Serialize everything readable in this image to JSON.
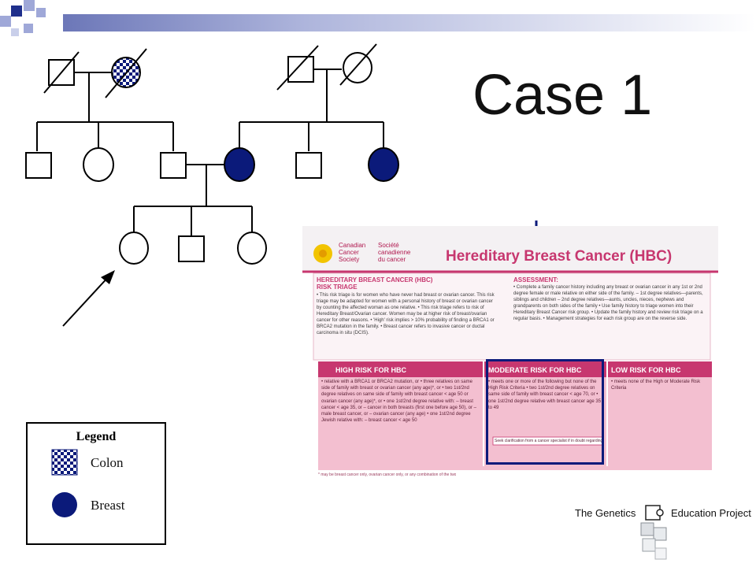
{
  "slide": {
    "title": "Case 1"
  },
  "legend": {
    "title": "Legend",
    "items": [
      {
        "label": "Colon",
        "symbol": "checkered-square-icon"
      },
      {
        "label": "Breast",
        "symbol": "filled-circle-icon"
      }
    ]
  },
  "colors": {
    "affected_fill": "#0b1a7a",
    "leaflet_pink": "#c7376f",
    "highlight_box": "#0b1a7a",
    "arrow": "#0b1a7a",
    "corner_blue": "#1f2f8c",
    "corner_light": "#9fa8d8"
  },
  "leaflet": {
    "org_en": [
      "Canadian",
      "Cancer",
      "Society"
    ],
    "org_fr": [
      "Société",
      "canadienne",
      "du cancer"
    ],
    "heading": "Hereditary Breast Cancer (HBC)",
    "triage_title_1": "HEREDITARY BREAST CANCER (HBC)",
    "triage_title_2": "RISK TRIAGE",
    "triage_text": "• This risk triage is for women who have never had breast or ovarian cancer. This risk triage may be adapted for women with a personal history of breast or ovarian cancer by counting the affected woman as one relative. • This risk triage refers to risk of Hereditary Breast/Ovarian cancer. Women may be at higher risk of breast/ovarian cancer for other reasons. • 'High' risk implies > 10% probability of finding a BRCA1 or BRCA2 mutation in the family. • Breast cancer refers to invasive cancer or ductal carcinoma in situ (DCIS).",
    "assessment_title": "ASSESSMENT:",
    "assessment_text": "• Complete a family cancer history including any breast or ovarian cancer in any 1st or 2nd degree female or male relative on either side of the family. – 1st degree relatives—parents, siblings and children – 2nd degree relatives—aunts, uncles, nieces, nephews and grandparents on both sides of the family • Use family history to triage women into their Hereditary Breast Cancer risk group. • Update the family history and review risk triage on a regular basis. • Management strategies for each risk group are on the reverse side.",
    "high_title": "HIGH RISK FOR HBC",
    "high_text": "• relative with a BRCA1 or BRCA2 mutation, or • three relatives on same side of family with breast or ovarian cancer (any age)*, or • two 1st/2nd degree relatives on same side of family with breast cancer < age 50 or ovarian cancer (any age)*, or • one 1st/2nd degree relative with: – breast cancer < age 35, or – cancer in both breasts (first one before age 50), or – male breast cancer, or – ovarian cancer (any age) • one 1st/2nd degree Jewish relative with: – breast cancer < age 50",
    "moderate_title": "MODERATE RISK FOR HBC",
    "moderate_text": "• meets one or more of the following but none of the High Risk Criteria • two 1st/2nd degree relatives on same side of family with breast cancer < age 70, or • one 1st/2nd degree relative with breast cancer age 35 to 49",
    "low_title": "LOW RISK FOR HBC",
    "low_text": "• meets none of the High or Moderate Risk Criteria",
    "clarification": "Seek clarification from a cancer specialist if in doubt regarding risk triage.",
    "footnote": "* may be breast cancer only, ovarian cancer only, or any combination of the two"
  },
  "footer_logo": {
    "left_text": "The Genetics",
    "right_text": "Education Project"
  }
}
